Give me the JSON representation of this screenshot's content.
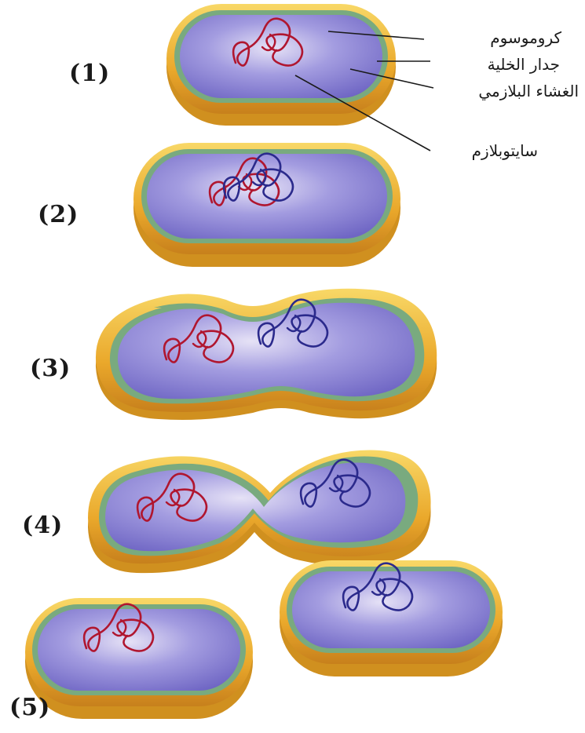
{
  "steps": {
    "s1": "(1)",
    "s2": "(2)",
    "s3": "(3)",
    "s4": "(4)",
    "s5": "(5)"
  },
  "labels": {
    "chromosome": "كروموسوم",
    "cell_wall": "جدار الخلية",
    "plasma_membrane": "الغشاء البلازمي",
    "cytoplasm": "سايتوبلازم"
  },
  "colors": {
    "wall_outer": "#e9a62a",
    "wall_inner": "#f7d35a",
    "membrane": "#6fa37a",
    "cytoplasm": "#8f88d6",
    "cytoplasm_light": "#d9d6f2",
    "chromosome_red": "#b0162f",
    "chromosome_blue": "#2b2a8c"
  }
}
